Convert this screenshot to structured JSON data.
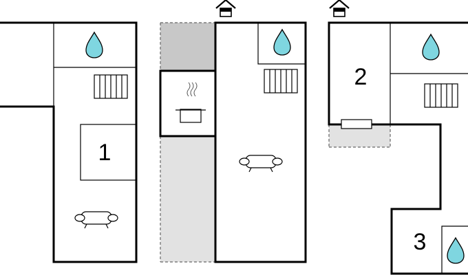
{
  "rooms": [
    {
      "id": "room-1",
      "label": "1"
    },
    {
      "id": "room-2",
      "label": "2"
    },
    {
      "id": "room-3",
      "label": "3"
    }
  ],
  "colors": {
    "wall": "#000000",
    "water_drop": "#7fd6e0",
    "shaded_dark": "#c8c8c8",
    "shaded_light": "#e2e2e2"
  },
  "icons": [
    "water-drop-icon",
    "radiator-icon",
    "sofa-icon",
    "cooking-pot-icon",
    "entrance-icon",
    "bed-icon"
  ]
}
